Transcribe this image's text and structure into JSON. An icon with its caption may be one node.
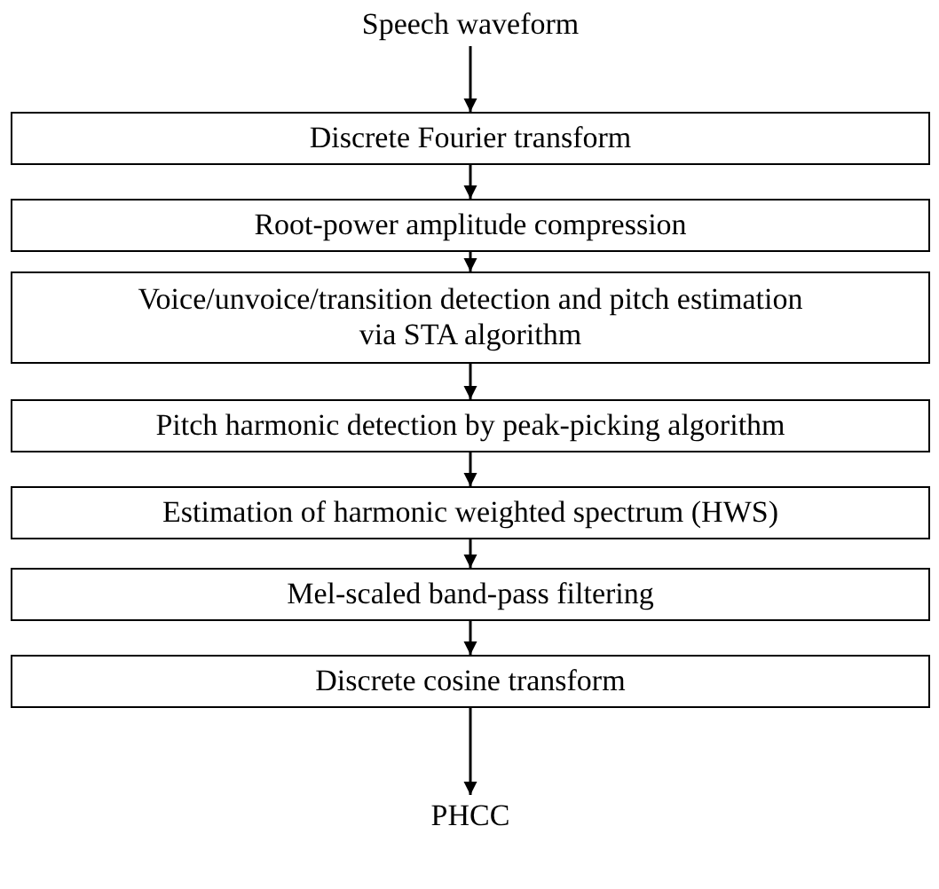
{
  "diagram": {
    "nodes": [
      {
        "text": [
          "Speech waveform"
        ]
      },
      {
        "text": [
          "Discrete Fourier transform"
        ]
      },
      {
        "text": [
          "Root-power amplitude compression"
        ]
      },
      {
        "text": [
          "Voice/unvoice/transition detection and pitch estimation via STA algorithm"
        ]
      },
      {
        "text": [
          "Pitch harmonic detection by peak-picking algorithm"
        ]
      },
      {
        "text": [
          "Estimation of harmonic weighted spectrum (HWS)"
        ]
      },
      {
        "text": [
          "Mel-scaled band-pass filtering"
        ]
      },
      {
        "text": [
          "Discrete cosine transform"
        ]
      },
      {
        "text": [
          "PHCC"
        ]
      }
    ],
    "edges": [
      {
        "from": 0,
        "to": 1,
        "arrow": "to"
      },
      {
        "from": 1,
        "to": 2,
        "arrow": "to"
      },
      {
        "from": 2,
        "to": 3,
        "arrow": "to"
      },
      {
        "from": 3,
        "to": 4,
        "arrow": "to"
      },
      {
        "from": 4,
        "to": 5,
        "arrow": "to"
      },
      {
        "from": 5,
        "to": 6,
        "arrow": "to"
      },
      {
        "from": 6,
        "to": 7,
        "arrow": "to"
      },
      {
        "from": 7,
        "to": 8,
        "arrow": "to"
      }
    ]
  }
}
